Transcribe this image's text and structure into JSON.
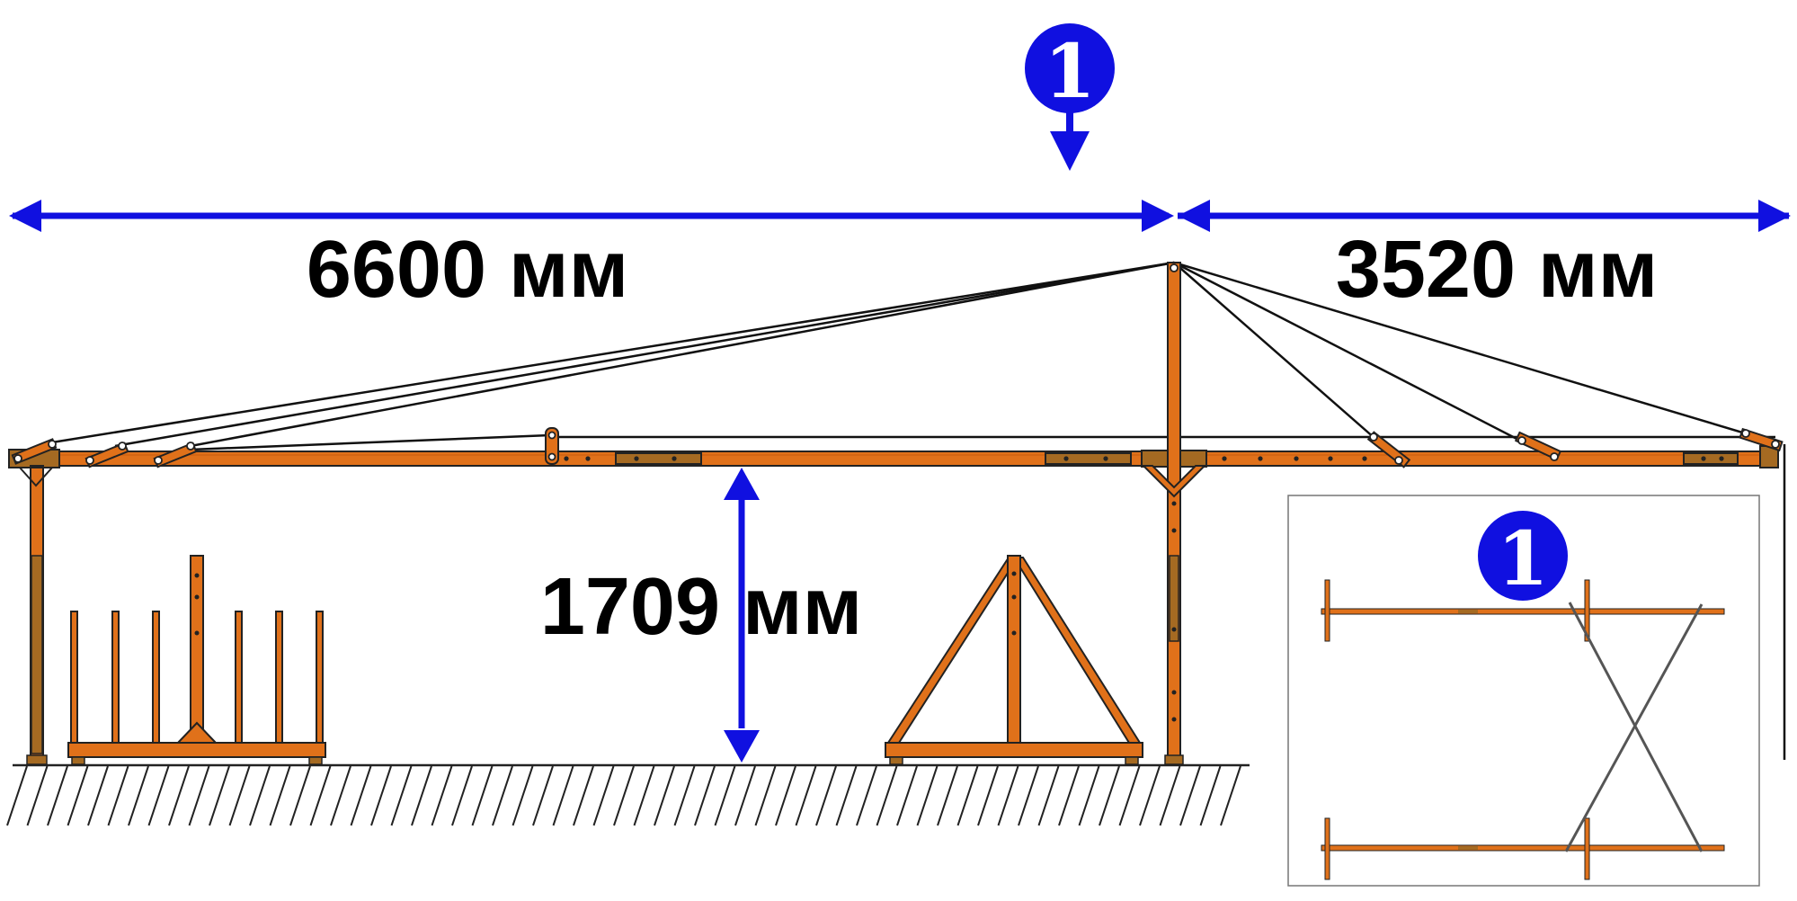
{
  "dimensions": {
    "span_main": "6600 мм",
    "span_overhang": "3520 мм",
    "height_under_beam": "1709 мм"
  },
  "markers": {
    "view_marker": "1",
    "detail_marker": "1"
  },
  "colors": {
    "dimension_arrow": "#1010e0",
    "steel": "#e0711a",
    "steel_dark": "#a56a22",
    "outline": "#222222",
    "cable": "#111111",
    "marker_fill": "#1010e0"
  }
}
